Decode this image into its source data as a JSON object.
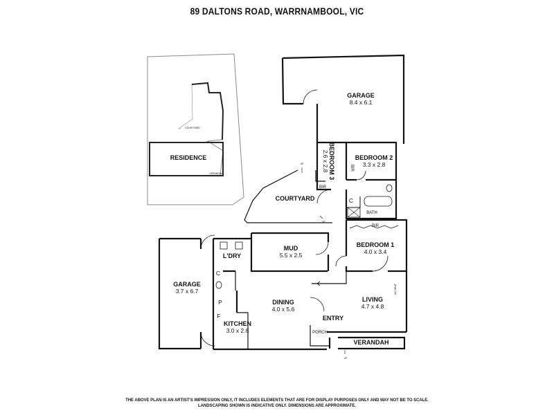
{
  "title": "89 DALTONS ROAD, WARRNAMBOOL, VIC",
  "site_plan": {
    "residence": "RESIDENCE",
    "courtyard": "COURTYARD",
    "verandah": "VERANDAH"
  },
  "rooms": {
    "garage_main": {
      "name": "GARAGE",
      "dims": "8.4 x 6.1"
    },
    "bedroom3": {
      "name": "BEDROOM 3",
      "dims": "2.6 x 2.8"
    },
    "bedroom2": {
      "name": "BEDROOM 2",
      "dims": "3.3 x 2.8"
    },
    "bir": "BIR",
    "courtyard": "COURTYARD",
    "c": "C",
    "bath": "BATH",
    "bedroom1": {
      "name": "BEDROOM 1",
      "dims": "4.0 x 3.4"
    },
    "mud": {
      "name": "MUD",
      "dims": "5.5 x 2.5"
    },
    "laundry": "L'DRY",
    "garage_side": {
      "name": "GARAGE",
      "dims": "3.7 x 6.7"
    },
    "dining": {
      "name": "DINING",
      "dims": "4.0 x 5.6"
    },
    "living": {
      "name": "LIVING",
      "dims": "4.7 x 4.8"
    },
    "ac_heat": "A/C HEAT",
    "entry": "ENTRY",
    "porch": "PORCH",
    "kitchen": {
      "name": "KITCHEN",
      "dims": "3.0 x 2.6"
    },
    "verandah": "VERANDAH",
    "p": "P",
    "f": "F",
    "up": "UP"
  },
  "disclaimer": {
    "line1": "THE ABOVE PLAN IS AN ARTIST'S IMPRESSION ONLY, IT INCLUDES ELEMENTS THAT ARE FOR DISPLAY PURPOSES ONLY AND MAY NOT BE TO SCALE.",
    "line2": "LANDSCAPING SHOWN IS INDICATIVE ONLY. DIMENSIONS ARE APPROXIMATE."
  }
}
